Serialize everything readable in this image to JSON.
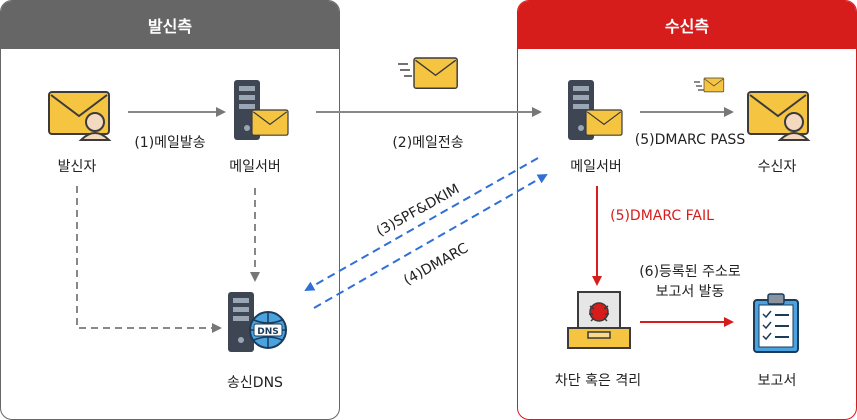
{
  "panels": {
    "sender_title": "발신측",
    "receiver_title": "수신측"
  },
  "nodes": {
    "sender": "발신자",
    "sender_mail_server": "메일서버",
    "sender_dns": "송신DNS",
    "receiver_mail_server": "메일서버",
    "recipient": "수신자",
    "quarantine": "차단 혹은 격리",
    "report": "보고서"
  },
  "icons": {
    "dns_badge": "DNS"
  },
  "steps": {
    "send": "(1)메일발송",
    "transfer": "(2)메일전송",
    "spf_dkim": "(3)SPF&DKIM",
    "dmarc": "(4)DMARC",
    "dmarc_pass": "(5)DMARC PASS",
    "dmarc_fail": "(5)DMARC FAIL",
    "report_line1": "(6)등록된 주소로",
    "report_line2": "보고서 발동"
  },
  "colors": {
    "gray": "#666666",
    "red": "#d71c1c",
    "blue": "#2f6fd6",
    "envelope": "#f5c542",
    "server": "#3d4652"
  }
}
